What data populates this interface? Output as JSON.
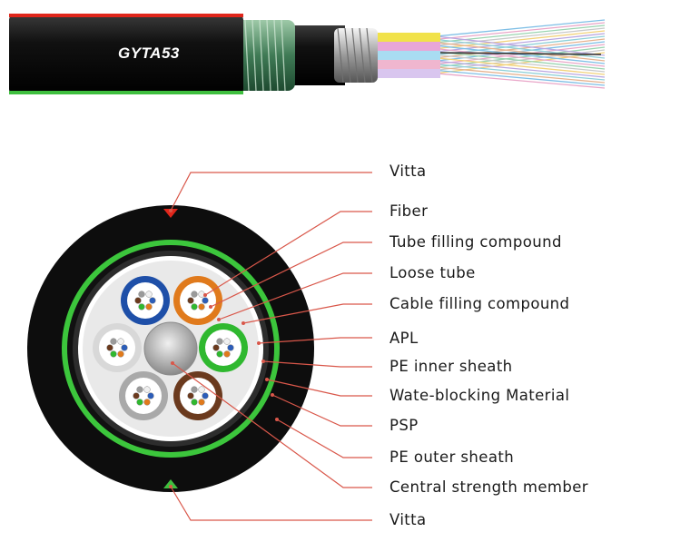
{
  "cable_model": "GYTA53",
  "labels": {
    "vitta_top": "Vitta",
    "fiber": "Fiber",
    "tube_filling": "Tube filling compound",
    "loose_tube": "Loose tube",
    "cable_filling": "Cable filling compound",
    "apl": "APL",
    "pe_inner": "PE inner sheath",
    "water_blocking": "Wate-blocking Material",
    "psp": "PSP",
    "pe_outer": "PE outer sheath",
    "central_member": "Central strength member",
    "vitta_bottom": "Vitta"
  },
  "colors": {
    "leader": "#d9574a",
    "outer_sheath": "#111111",
    "green_band": "#3cc63c",
    "vitta_red": "#e0261b",
    "vitta_green": "#3fbf3f",
    "tube_blue": "#1e4fa8",
    "tube_orange": "#e07a1c",
    "tube_green": "#2fb82f",
    "tube_brown": "#6b3a1e",
    "tube_gray": "#a9a9a9",
    "tube_white": "#f2f2f2"
  }
}
